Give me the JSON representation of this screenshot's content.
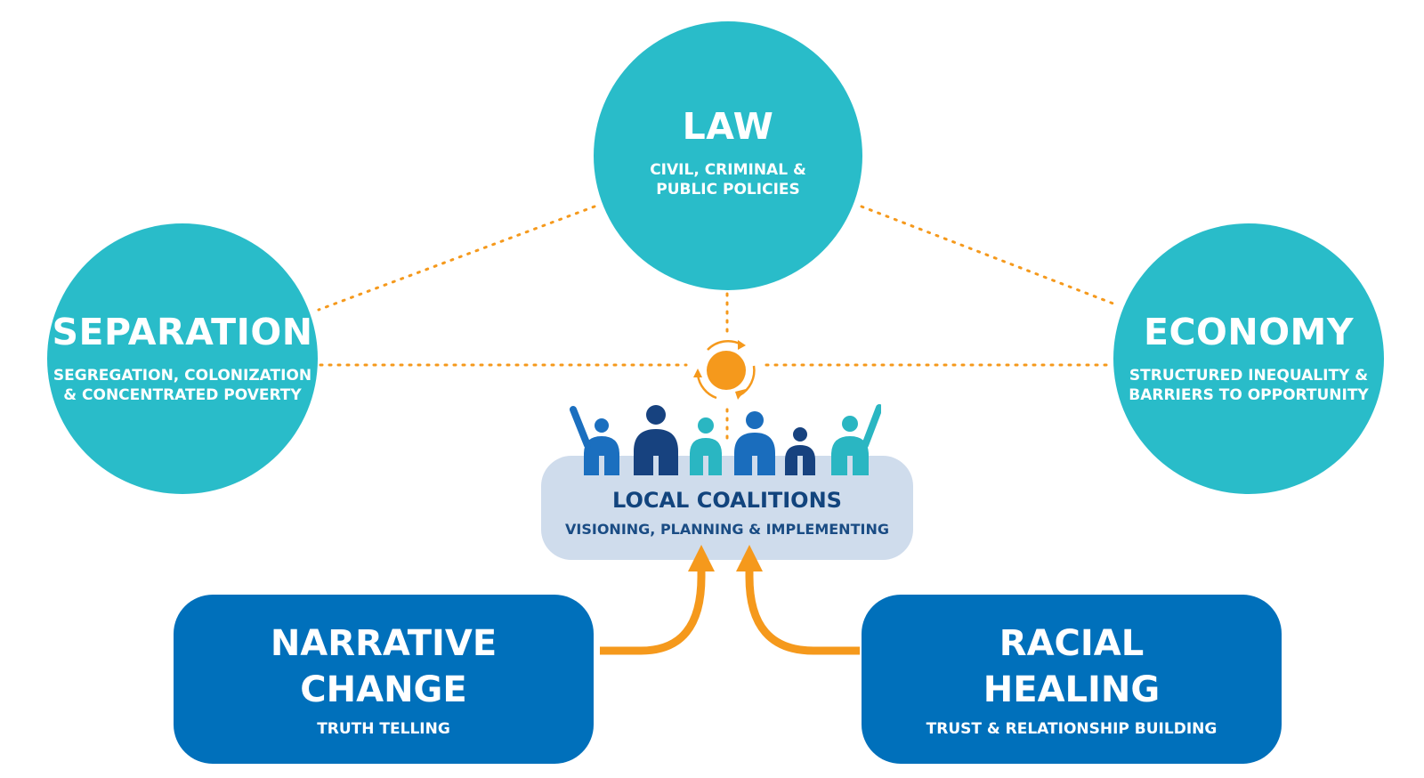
{
  "colors": {
    "circle": "#29bcc9",
    "card": "#0070bb",
    "coalition_box": "#cfdcec",
    "coalition_text": "#12447d",
    "accent_orange": "#f5991c",
    "people": [
      "#1b6fbf",
      "#17427f",
      "#2ab6c2",
      "#1a6dbd",
      "#17427f",
      "#2ab6c2"
    ]
  },
  "nodes": {
    "law": {
      "title": "LAW",
      "subtitle": "CIVIL, CRIMINAL &\nPUBLIC POLICIES"
    },
    "separation": {
      "title": "SEPARATION",
      "subtitle": "SEGREGATION, COLONIZATION\n& CONCENTRATED POVERTY"
    },
    "economy": {
      "title": "ECONOMY",
      "subtitle": "STRUCTURED INEQUALITY &\nBARRIERS TO OPPORTUNITY"
    }
  },
  "center": {
    "title": "LOCAL COALITIONS",
    "subtitle": "VISIONING, PLANNING & IMPLEMENTING",
    "icon": "people-group-icon",
    "cycle_icon": "cycle-icon"
  },
  "pillars": {
    "narrative": {
      "title": "NARRATIVE\nCHANGE",
      "subtitle": "TRUTH TELLING"
    },
    "racial": {
      "title": "RACIAL\nHEALING",
      "subtitle": "TRUST & RELATIONSHIP BUILDING"
    }
  }
}
